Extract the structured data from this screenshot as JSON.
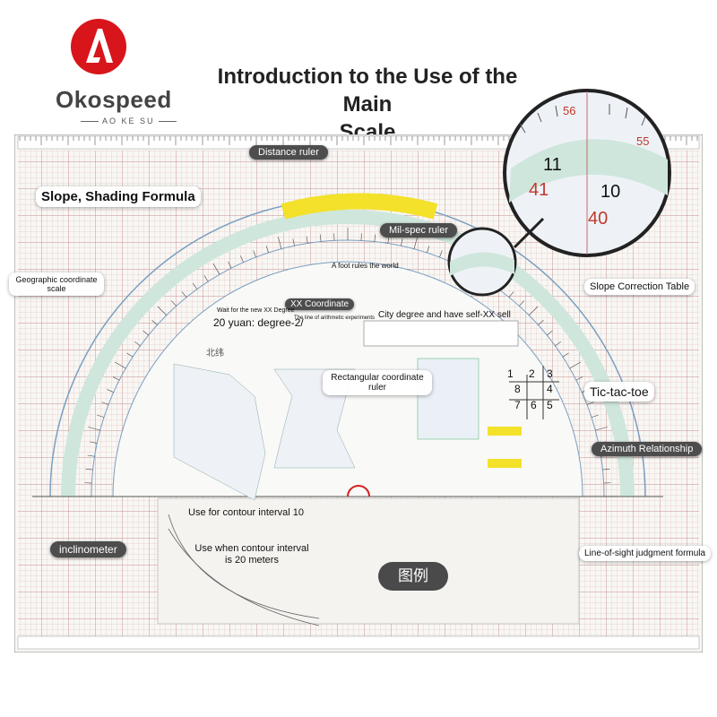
{
  "brand": {
    "name": "Okospeed",
    "sub": "AO KE SU",
    "logo_letter": "A"
  },
  "title": {
    "line1": "Introduction to the Use of the Main",
    "line2": "Scale"
  },
  "callouts": {
    "distance_ruler": "Distance ruler",
    "slope_shading": "Slope, Shading Formula",
    "milspec_ruler": "Mil-spec ruler",
    "foot_rules": "A foot rules the world",
    "geo_coord": "Geographic coordinate scale",
    "x_coord": "XX Coordinate",
    "wait_new": "Wait for the new XX Degree",
    "twenty_yuan": "20 yuan: degree-2/",
    "arith": "The line of arithmetic experiments",
    "city_degree": "City degree and have self-XX sell",
    "slope_table": "Slope Correction Table",
    "rect_coord": "Rectangular coordinate ruler",
    "tic_tac_toe": "Tic-tac-toe",
    "azimuth": "Azimuth Relationship",
    "contour10": "Use for contour interval 10",
    "contour20": "Use when contour interval is 20 meters",
    "inclinometer": "inclinometer",
    "legend": "图例",
    "los": "Line-of-sight judgment formula",
    "north_lat": "北纬"
  },
  "magnifier": {
    "outer": [
      "56",
      "55"
    ],
    "inner_black": [
      "11",
      "10"
    ],
    "inner_red": [
      "41",
      "40"
    ]
  },
  "grid_numbers": [
    [
      "1",
      "2",
      "3"
    ],
    [
      "8",
      "",
      "4"
    ],
    [
      "7",
      "6",
      "5"
    ]
  ],
  "colors": {
    "grid": "#c9a0a0",
    "band": "#cfe6dc",
    "yellow": "#f3e12a",
    "protractor": "#7a9fc0"
  }
}
